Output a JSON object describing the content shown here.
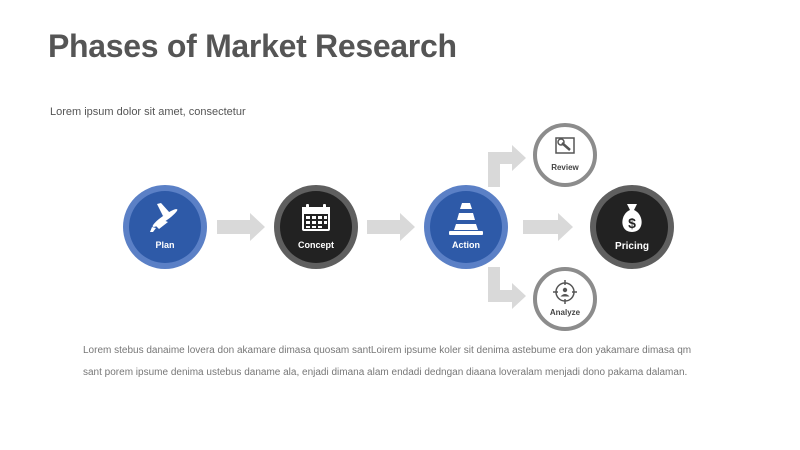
{
  "title": "Phases of Market Research",
  "subtitle": "Lorem ipsum dolor sit amet, consectetur",
  "body": {
    "line1": "Lorem stebus danaime lovera don akamare dimasa quosam santLoirem ipsume koler sit denima astebume era don yakamare dimasa qm",
    "line2": "sant porem ipsume denima ustebus daname ala, enjadi dimana alam endadi dedngan diaana loveralam menjadi dono pakama dalaman."
  },
  "nodes": {
    "plan": {
      "label": "Plan",
      "icon": "airplane-icon"
    },
    "concept": {
      "label": "Concept",
      "icon": "calendar-icon"
    },
    "action": {
      "label": "Action",
      "icon": "traffic-cone-icon"
    },
    "review": {
      "label": "Review",
      "icon": "review-icon"
    },
    "analyze": {
      "label": "Analyze",
      "icon": "target-person-icon"
    },
    "pricing": {
      "label": "Pricing",
      "icon": "money-bag-icon"
    }
  },
  "colors": {
    "blue_fill": "#2e5aa8",
    "blue_ring": "#5b80c6",
    "dark_fill": "#222222",
    "dark_ring": "#5f5f5f",
    "arrow": "#d9d9d9",
    "outline_ring": "#8c8c8c"
  }
}
